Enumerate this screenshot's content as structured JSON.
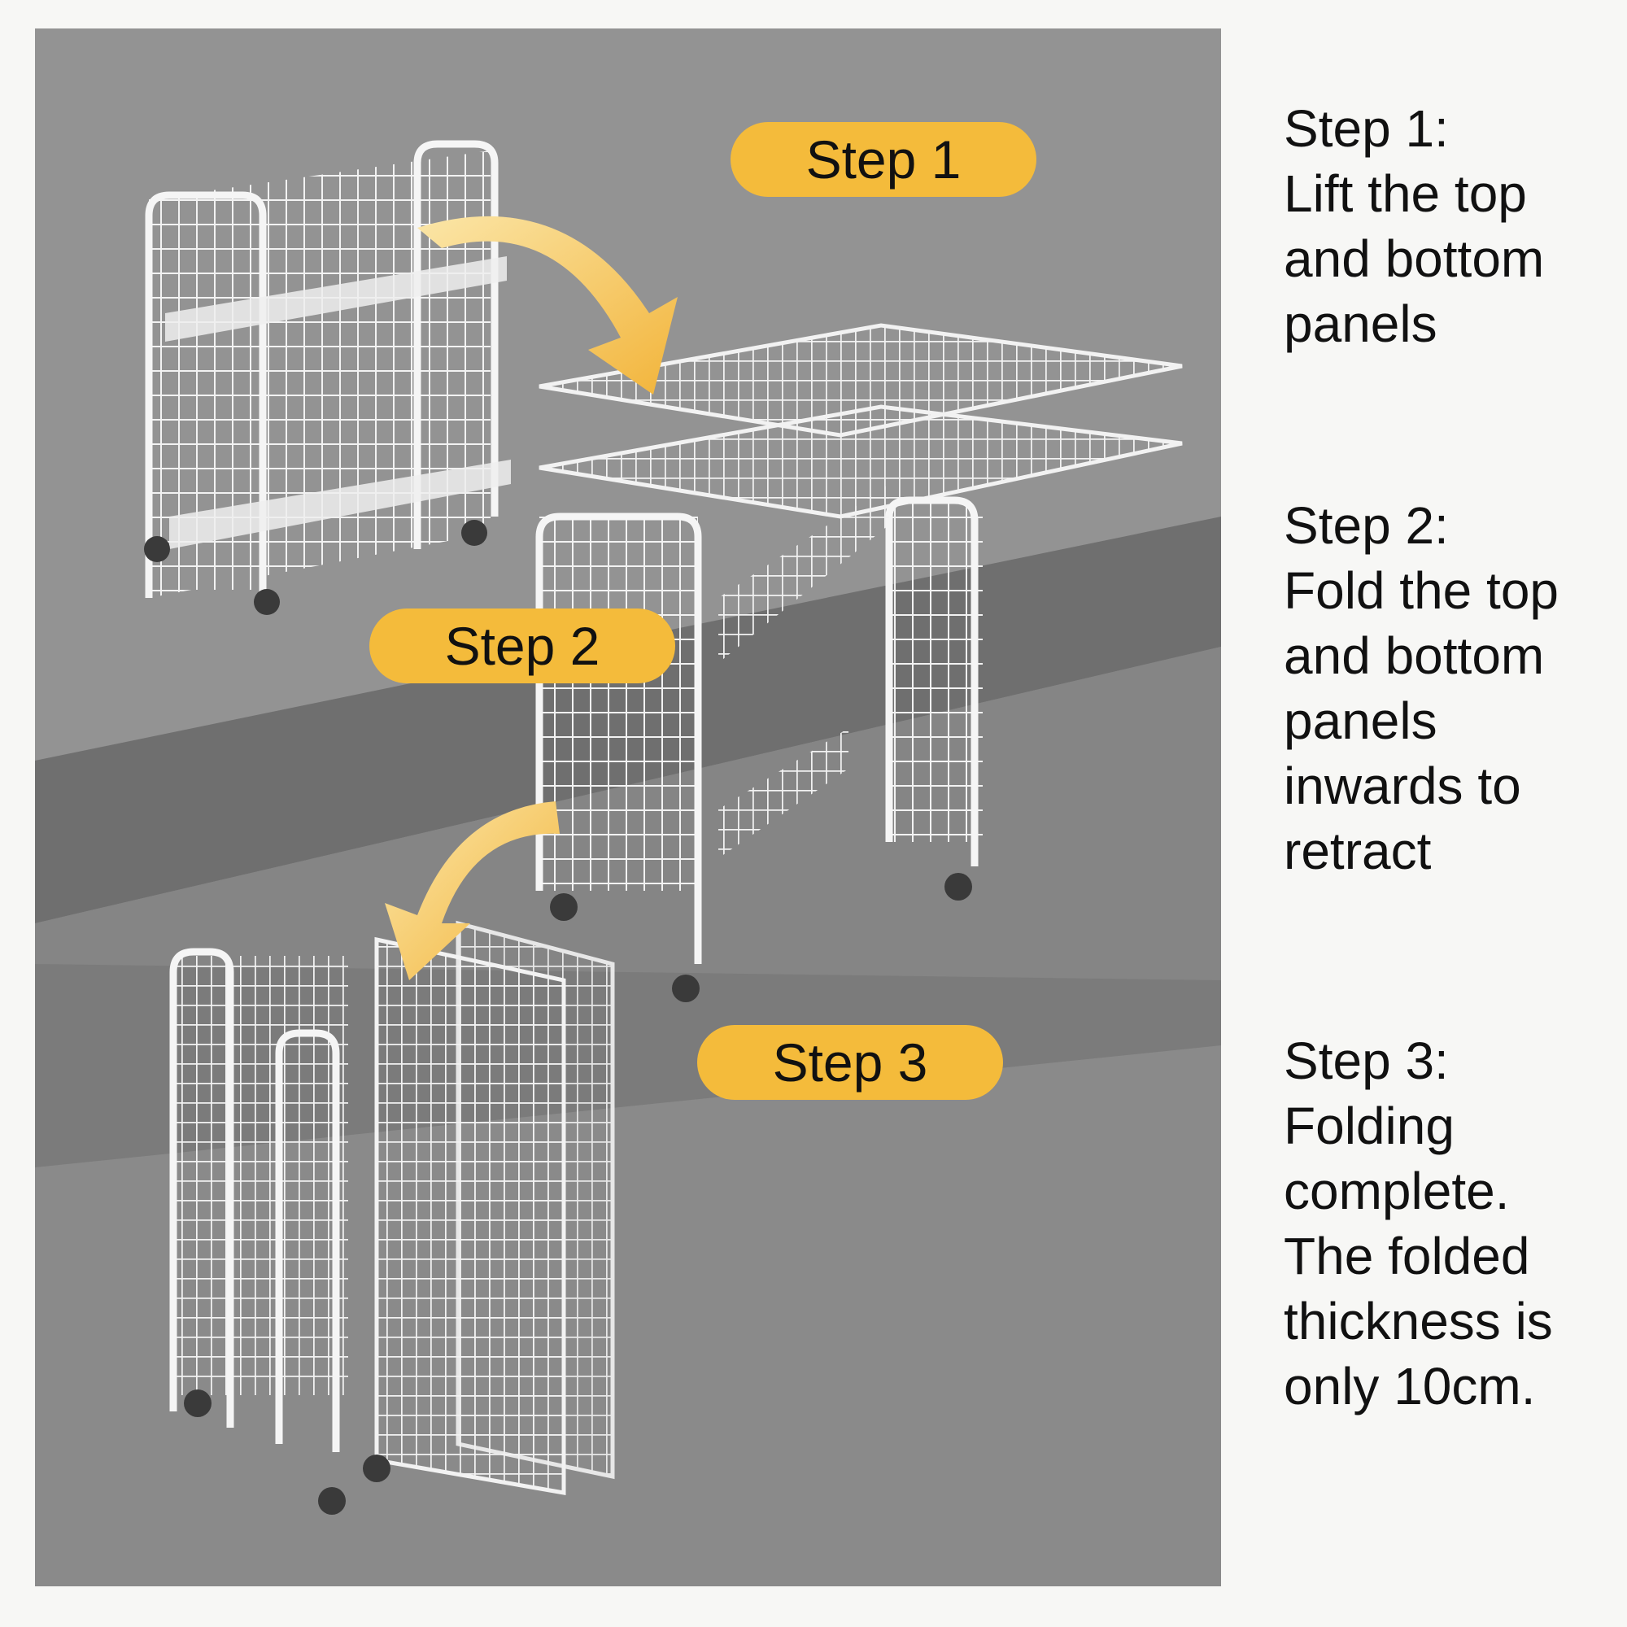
{
  "labels": {
    "step1": "Step 1",
    "step2": "Step 2",
    "step3": "Step 3"
  },
  "instructions": [
    {
      "title": "Step 1:",
      "lines": [
        "Lift the top",
        "and bottom",
        "panels"
      ]
    },
    {
      "title": "Step 2:",
      "lines": [
        "Fold the top",
        "and bottom",
        "panels",
        "inwards to",
        "retract"
      ]
    },
    {
      "title": "Step 3:",
      "lines": [
        "Folding",
        "complete.",
        "The folded",
        "thickness is",
        "only 10cm."
      ]
    }
  ],
  "colors": {
    "accent": "#f4bb3b",
    "background": "#f7f7f5",
    "text": "#111111"
  },
  "icons": [
    "curved-arrow-icon",
    "curved-arrow-icon"
  ]
}
